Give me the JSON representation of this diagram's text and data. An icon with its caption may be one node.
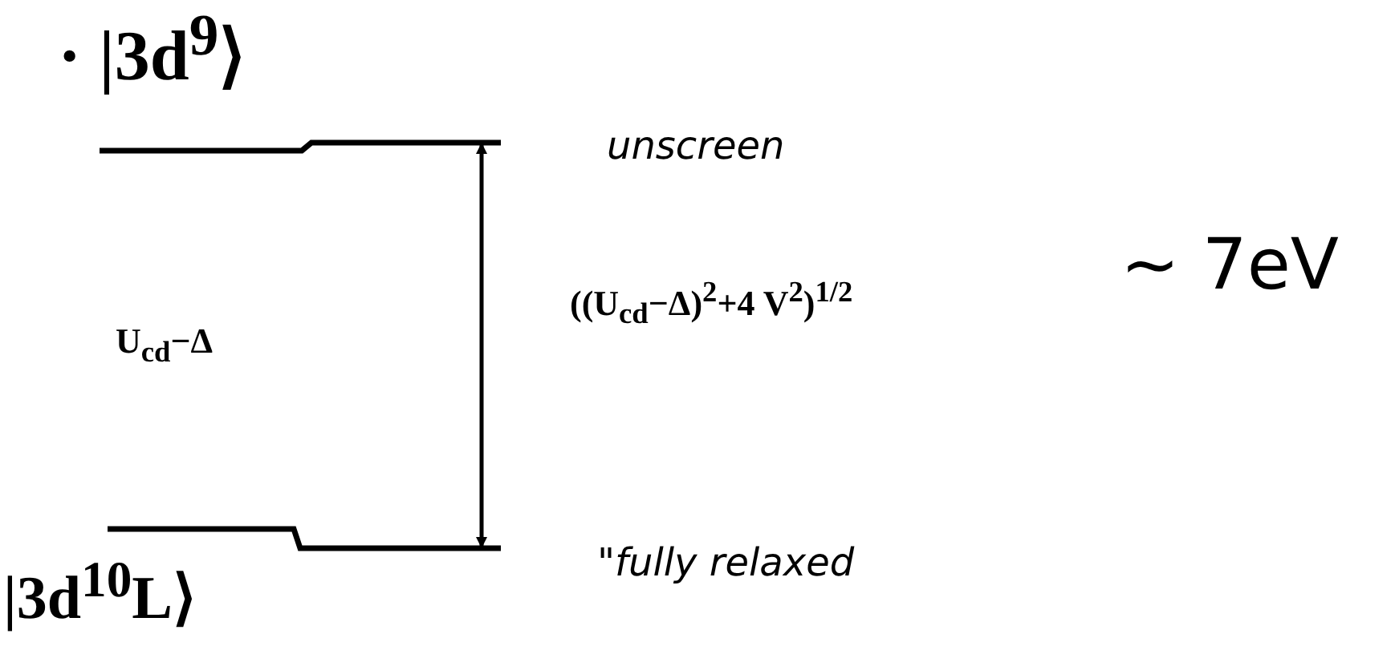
{
  "diagram": {
    "nodes": [
      {
        "text": [
          "· |3d$^{9}$⟩"
        ],
        "beside": [
          "unscreen"
        ]
      },
      {
        "text": [
          "|3d$^{10}$L⟩"
        ],
        "beside": [
          "\"fully relaxed"
        ]
      }
    ],
    "edges": [
      {
        "from": 0,
        "to": 1,
        "arrow": "both"
      }
    ],
    "labels": [
      "U$_{cd}$−Δ",
      "((U$_{cd}$−Δ)$^{2}$+4 V$^{2}$)$^{1/2}$",
      "~ 7eV"
    ]
  }
}
